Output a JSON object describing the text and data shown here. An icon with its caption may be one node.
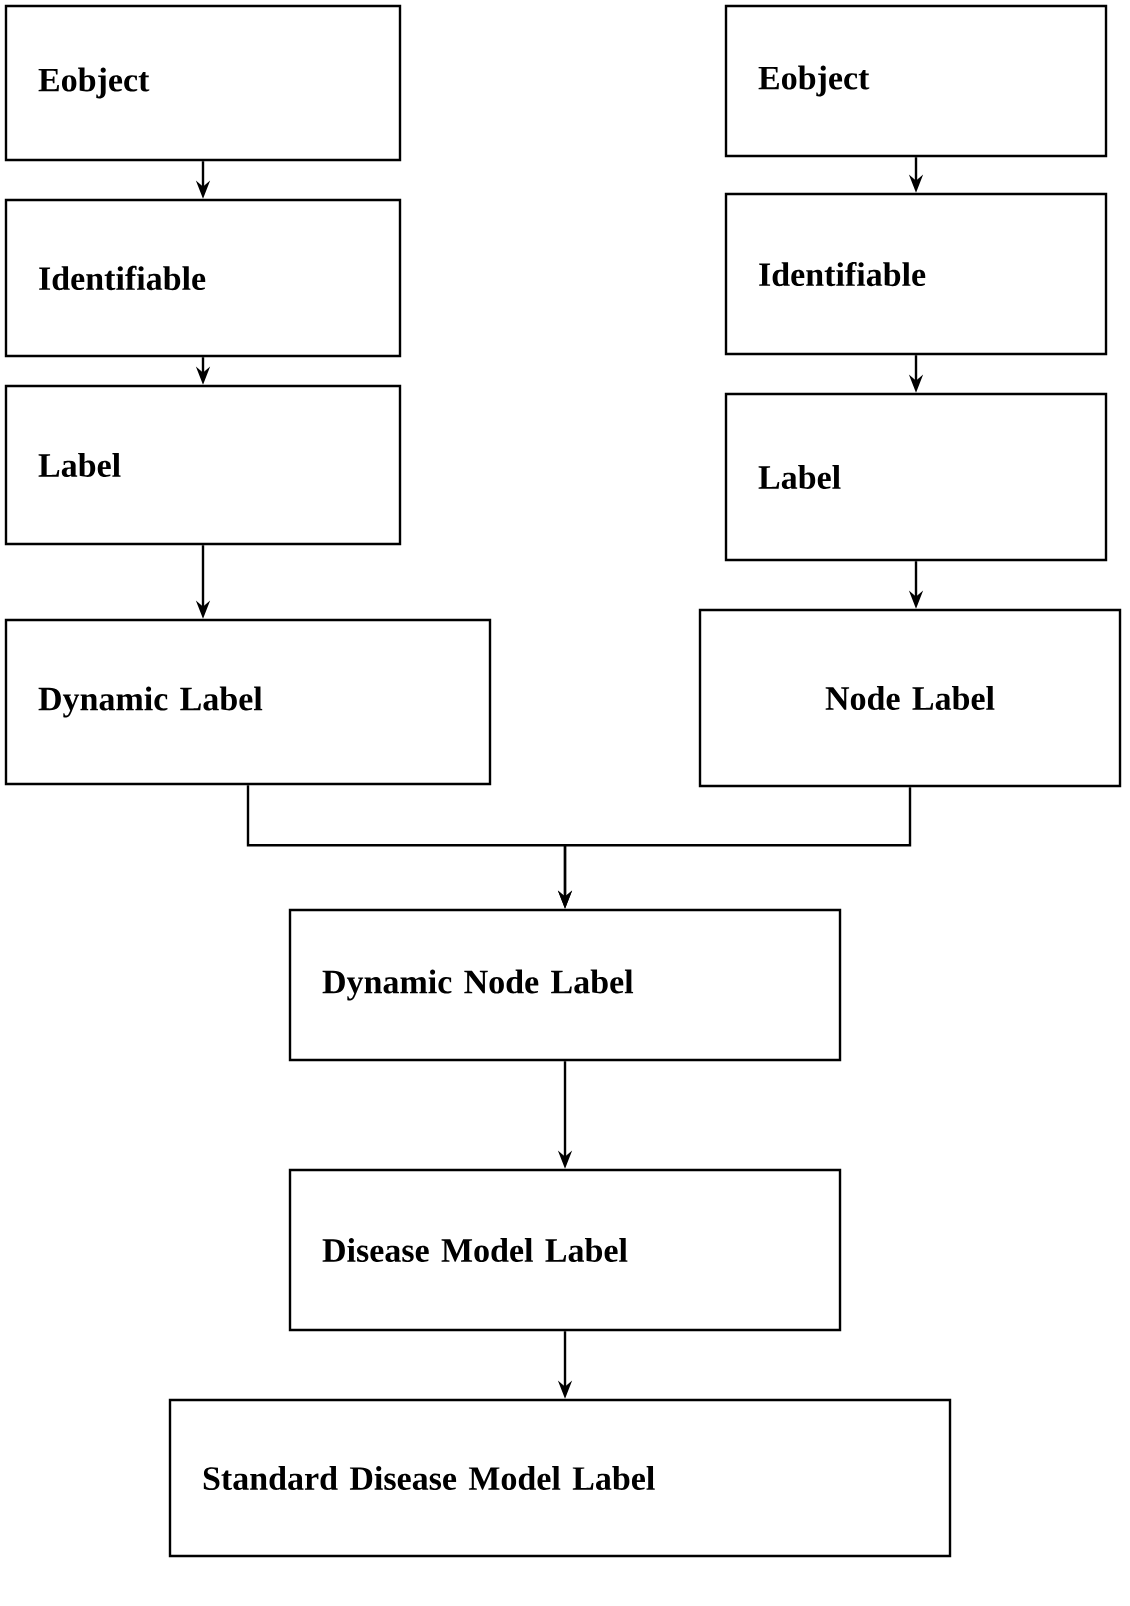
{
  "diagram": {
    "nodes": [
      {
        "text": [
          "Eobject"
        ]
      },
      {
        "text": [
          "Identifiable"
        ]
      },
      {
        "text": [
          "Label"
        ]
      },
      {
        "text": [
          "Dynamic Label"
        ]
      },
      {
        "text": [
          "Eobject"
        ]
      },
      {
        "text": [
          "Identifiable"
        ]
      },
      {
        "text": [
          "Label"
        ]
      },
      {
        "text": [
          "Node Label"
        ]
      },
      {
        "text": [
          "Dynamic Node Label"
        ]
      },
      {
        "text": [
          "Disease Model Label"
        ]
      },
      {
        "text": [
          "Standard Disease Model Label"
        ]
      }
    ],
    "edges": [
      {
        "from": 0,
        "to": 1,
        "arrow": "to"
      },
      {
        "from": 1,
        "to": 2,
        "arrow": "to"
      },
      {
        "from": 2,
        "to": 3,
        "arrow": "to"
      },
      {
        "from": 4,
        "to": 5,
        "arrow": "to"
      },
      {
        "from": 5,
        "to": 6,
        "arrow": "to"
      },
      {
        "from": 6,
        "to": 7,
        "arrow": "to"
      },
      {
        "from": 3,
        "to": 8,
        "arrow": "to"
      },
      {
        "from": 7,
        "to": 8,
        "arrow": "to"
      },
      {
        "from": 8,
        "to": 9,
        "arrow": "to"
      },
      {
        "from": 9,
        "to": 10,
        "arrow": "to"
      }
    ]
  }
}
